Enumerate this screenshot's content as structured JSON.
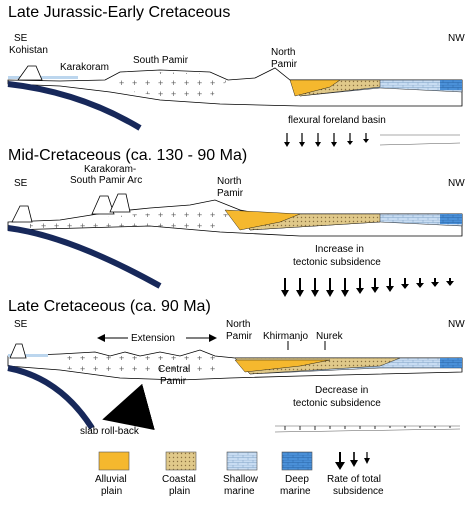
{
  "panels": [
    {
      "title": "Late Jurassic-Early Cretaceous",
      "labels": {
        "se": "SE",
        "nw": "NW",
        "kohistan": "Kohistan",
        "karakoram": "Karakoram",
        "south_pamir": "South Pamir",
        "north_pamir_1": "North",
        "north_pamir_2": "Pamir",
        "basin": "flexural foreland basin"
      }
    },
    {
      "title": "Mid-Cretaceous (ca. 130 - 90 Ma)",
      "labels": {
        "se": "SE",
        "nw": "NW",
        "arc_1": "Karakoram-",
        "arc_2": "South Pamir Arc",
        "north_pamir_1": "North",
        "north_pamir_2": "Pamir",
        "subsidence_1": "Increase in",
        "subsidence_2": "tectonic subsidence"
      }
    },
    {
      "title": "Late Cretaceous (ca. 90 Ma)",
      "labels": {
        "se": "SE",
        "nw": "NW",
        "extension": "Extension",
        "north_pamir_1": "North",
        "north_pamir_2": "Pamir",
        "central_pamir_1": "Central",
        "central_pamir_2": "Pamir",
        "khirmanjo": "Khirmanjo",
        "nurek": "Nurek",
        "rollback": "slab roll-back",
        "subsidence_1": "Decrease in",
        "subsidence_2": "tectonic subsidence"
      }
    }
  ],
  "legend": {
    "items": [
      {
        "label_1": "Alluvial",
        "label_2": "plain",
        "color": "#f5b82e"
      },
      {
        "label_1": "Coastal",
        "label_2": "plain",
        "color": "#e0c98a"
      },
      {
        "label_1": "Shallow",
        "label_2": "marine",
        "color": "#c8dcf2"
      },
      {
        "label_1": "Deep",
        "label_2": "marine",
        "color": "#4a90d8"
      }
    ],
    "rate_1": "Rate of total",
    "rate_2": "subsidence"
  },
  "colors": {
    "slab": "#17285a",
    "alluvial": "#f5b82e",
    "coastal": "#e0c98a",
    "shallow": "#c8dcf2",
    "deep": "#4a90d8",
    "sea": "#bcd6ee"
  }
}
